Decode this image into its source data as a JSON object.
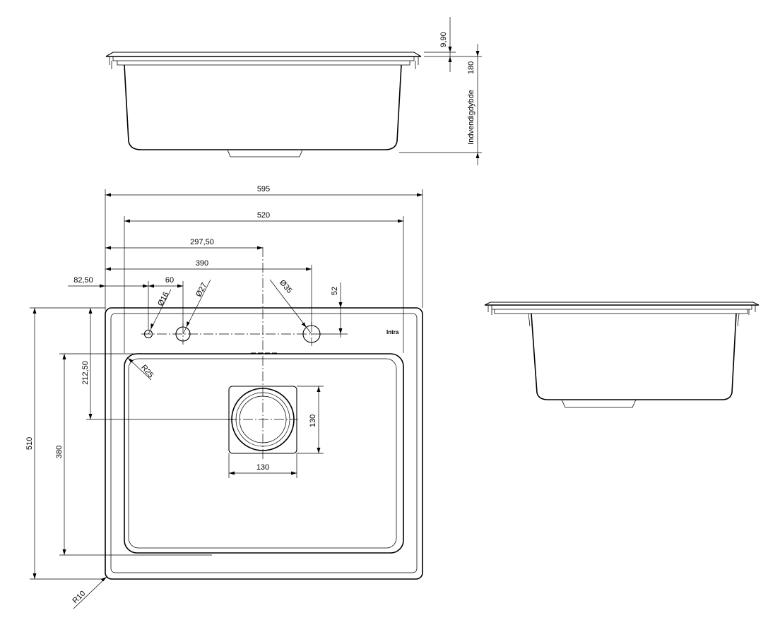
{
  "dimensions": {
    "top_thickness": "9,90",
    "inner_depth_value": "180",
    "inner_depth_label": "Indvendigdybde",
    "overall_width": "595",
    "bowl_width": "520",
    "center_offset": "297,50",
    "hole3_offset": "390",
    "hole1_offset": "82,50",
    "hole_spacing": "60",
    "hole1_diameter": "Ø16",
    "hole2_diameter": "Ø27",
    "hole3_diameter": "Ø35",
    "hole_row_offset": "52",
    "drain_offset": "212,50",
    "bowl_corner_radius": "R25",
    "overall_depth": "510",
    "bowl_depth": "380",
    "drain_height": "130",
    "drain_width": "130",
    "outer_corner_radius": "R10"
  },
  "logo": {
    "text": "Intra"
  }
}
